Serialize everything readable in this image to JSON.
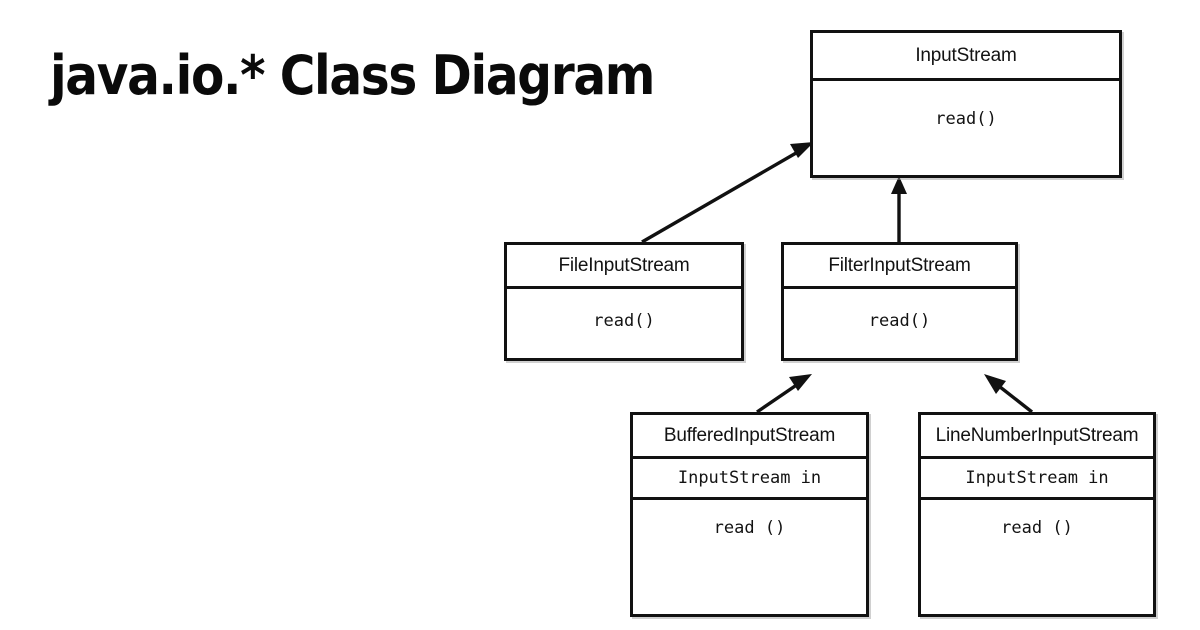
{
  "title": "java.io.* Class Diagram",
  "background_color": "#ffffff",
  "line_color": "#111111",
  "text_color": "#131313",
  "diagram": {
    "type": "uml-class-diagram",
    "classes": [
      {
        "id": "input-stream",
        "name": "InputStream",
        "attributes": [],
        "operations": [
          "read()"
        ]
      },
      {
        "id": "file-input-stream",
        "name": "FileInputStream",
        "attributes": [],
        "operations": [
          "read()"
        ]
      },
      {
        "id": "filter-input-stream",
        "name": "FilterInputStream",
        "attributes": [],
        "operations": [
          "read()"
        ]
      },
      {
        "id": "buffered-input-stream",
        "name": "BufferedInputStream",
        "attributes": [
          "InputStream in"
        ],
        "operations": [
          "read ()"
        ]
      },
      {
        "id": "line-number-input-stream",
        "name": "LineNumberInputStream",
        "attributes": [
          "InputStream in"
        ],
        "operations": [
          "read ()"
        ]
      }
    ],
    "relationships": [
      {
        "type": "generalization",
        "from": "file-input-stream",
        "to": "input-stream"
      },
      {
        "type": "generalization",
        "from": "filter-input-stream",
        "to": "input-stream"
      },
      {
        "type": "generalization",
        "from": "buffered-input-stream",
        "to": "filter-input-stream"
      },
      {
        "type": "generalization",
        "from": "line-number-input-stream",
        "to": "filter-input-stream"
      }
    ]
  }
}
